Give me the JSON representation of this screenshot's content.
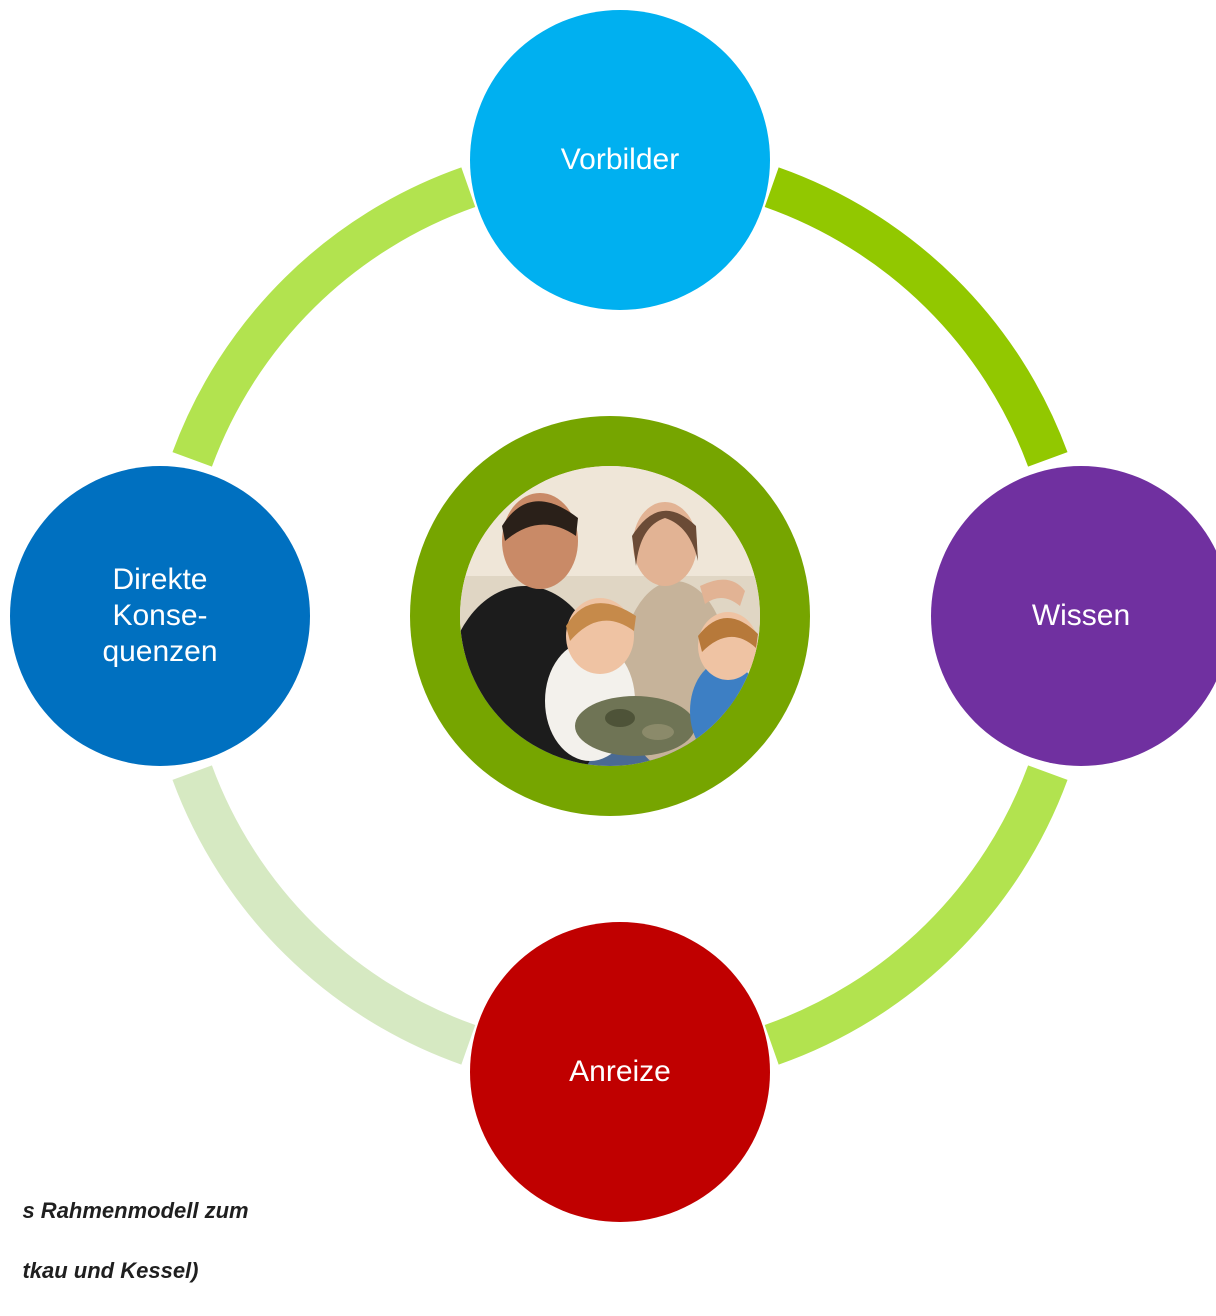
{
  "diagram": {
    "nodes": {
      "top": {
        "label": "Vorbilder",
        "color": "#00b0f0"
      },
      "right": {
        "label": "Wissen",
        "color": "#7030a0"
      },
      "bottom": {
        "label": "Anreize",
        "color": "#c00000"
      },
      "left": {
        "label_lines": [
          "Direkte",
          "Konse-",
          "quenzen"
        ],
        "color": "#0070c0"
      }
    },
    "arcs": {
      "top_right": "#92c800",
      "right_bottom": "#b2e34f",
      "bottom_left": "#d6e9c2",
      "left_top": "#b2e34f"
    },
    "center": {
      "ring_color": "#76a500",
      "photo": "family-on-sofa-photo"
    },
    "caption_lines": [
      "s Rahmenmodell zum",
      "tkau und Kessel)"
    ]
  }
}
